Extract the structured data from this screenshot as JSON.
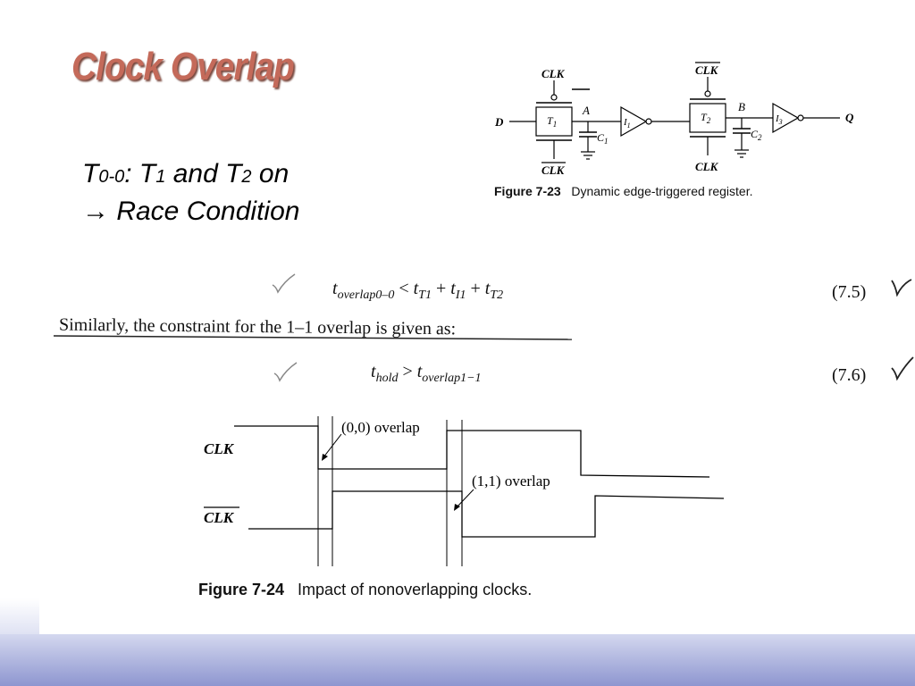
{
  "slide": {
    "title": "Clock Overlap",
    "bullet1": {
      "t": "T",
      "t_sub": "0-0",
      "colon": ": T",
      "t1_sub": "1",
      "and": " and T",
      "t2_sub": "2",
      "on": " on"
    },
    "bullet2": "→ Race Condition"
  },
  "figure_7_23": {
    "number": "Figure 7-23",
    "caption": "Dynamic edge-triggered register.",
    "labels": {
      "clk": "CLK",
      "clk_bar": "CLK",
      "d": "D",
      "q": "Q",
      "a": "A",
      "b": "B",
      "t1": "T",
      "t1_sub": "1",
      "t2": "T",
      "t2_sub": "2",
      "i1": "I",
      "i1_sub": "1",
      "i3": "I",
      "i3_sub": "3",
      "c1": "C",
      "c1_sub": "1",
      "c2": "C",
      "c2_sub": "2"
    }
  },
  "equations": {
    "eq1": {
      "lhs": "t",
      "lhs_sub": "overlap0–0",
      "op": " < ",
      "r1": "t",
      "r1_sub": "T1",
      "plus1": " + ",
      "r2": "t",
      "r2_sub": "I1",
      "plus2": " + ",
      "r3": "t",
      "r3_sub": "T2",
      "number": "(7.5)"
    },
    "sentence": "Similarly, the constraint for the 1–1 overlap is given as:",
    "eq2": {
      "lhs": "t",
      "lhs_sub": "hold",
      "op": " > ",
      "rhs": "t",
      "rhs_sub": "overlap1−1",
      "number": "(7.6)"
    }
  },
  "figure_7_24": {
    "number": "Figure 7-24",
    "caption": "Impact of nonoverlapping clocks.",
    "clk_label": "CLK",
    "clk_bar_label": "CLK",
    "annotation_00": "(0,0) overlap",
    "annotation_11": "(1,1) overlap"
  },
  "colors": {
    "title": "#c46a5a",
    "footer": "#8e96d0"
  }
}
